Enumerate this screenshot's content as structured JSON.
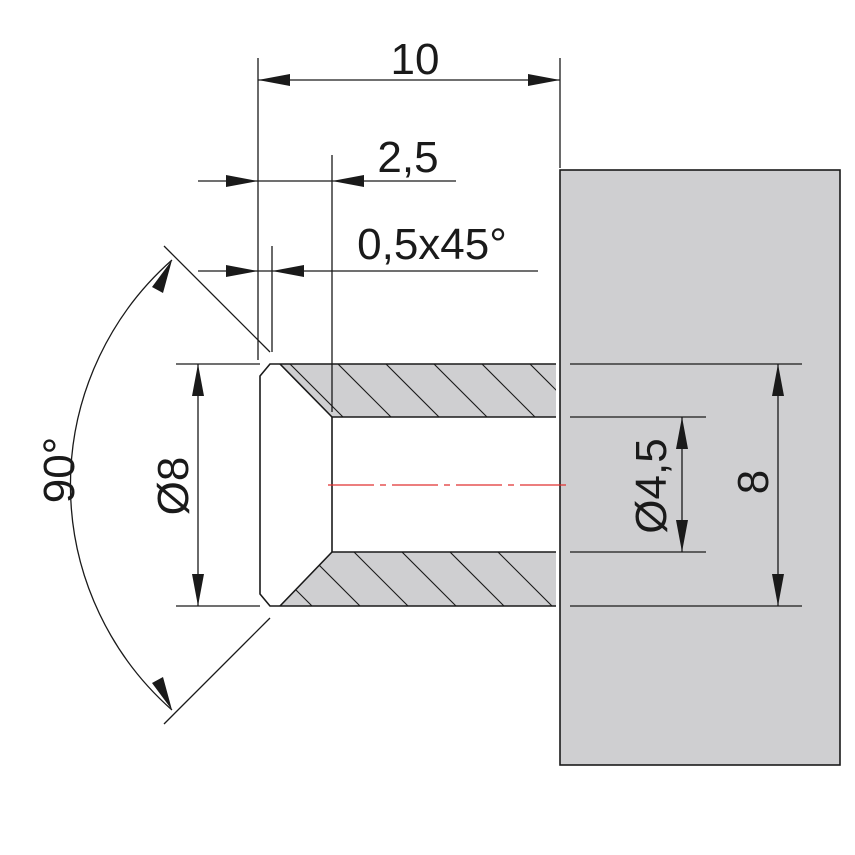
{
  "dimensions": {
    "overall_length": "10",
    "counterbore_depth": "2,5",
    "chamfer": "0,5x45°",
    "countersink_angle": "90°",
    "outer_diameter": "Ø8",
    "bore_diameter": "Ø4,5",
    "block_dimension": "8"
  },
  "colors": {
    "block_fill": "#cfcfd1",
    "hatch_fill": "#cfcfd1",
    "line": "#1a1a1a",
    "centerline": "#e03030"
  }
}
